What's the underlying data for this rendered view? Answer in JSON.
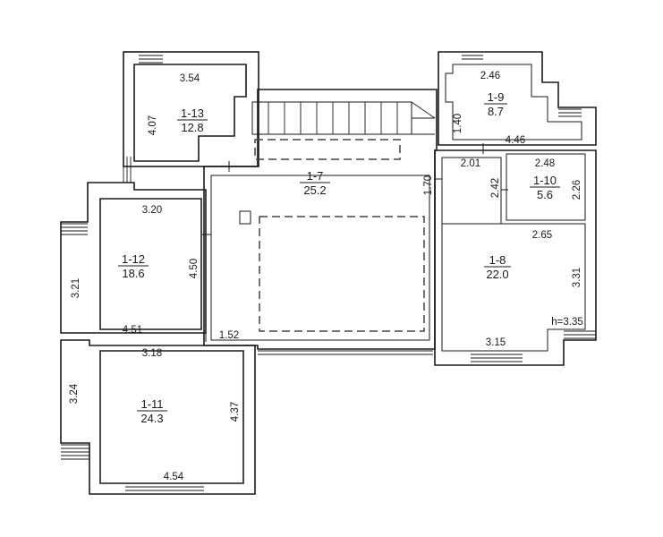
{
  "rooms": [
    {
      "id": "1-13",
      "area": "12.8"
    },
    {
      "id": "1-7",
      "area": "25.2"
    },
    {
      "id": "1-9",
      "area": "8.7"
    },
    {
      "id": "1-10",
      "area": "5.6"
    },
    {
      "id": "1-12",
      "area": "18.6"
    },
    {
      "id": "1-8",
      "area": "22.0"
    },
    {
      "id": "1-11",
      "area": "24.3"
    }
  ],
  "dimensions": {
    "r13_top": "3.54",
    "r13_left": "4.07",
    "r12_top": "3.20",
    "r12_left": "3.21",
    "r12_right": "4.50",
    "r12_bottom": "4.51",
    "corridor_width": "1.52",
    "r11_top": "3.18",
    "r11_left": "3.24",
    "r11_right": "4.37",
    "r11_bottom": "4.54",
    "r9_top": "2.46",
    "r9_left": "1.40",
    "r9_bottom": "4.46",
    "r7_right": "1.70",
    "r8_top": "2.01",
    "r10_left": "2.42",
    "r10_top": "2.48",
    "r10_right": "2.26",
    "r8_mid": "2.65",
    "r8_right": "3.31",
    "ceiling_height": "h=3.35",
    "r8_bottom": "3.15"
  }
}
